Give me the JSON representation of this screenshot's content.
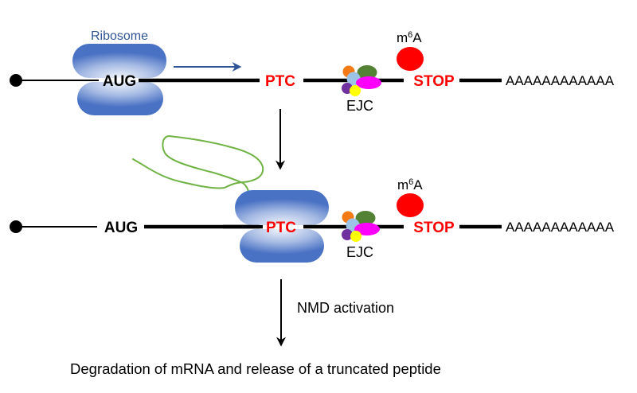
{
  "colors": {
    "ribosome_edge": "#4a72c4",
    "ribosome_center": "#eef2fb",
    "ribosome_label": "#2f5597",
    "translation_arrow": "#2f5597",
    "codon_label": "#000000",
    "alert_label": "#ff0000",
    "m6a_mark": "#ff0000",
    "peptide": "#70b345",
    "ejc_orange": "#f47a16",
    "ejc_green": "#548235",
    "ejc_lightblue": "#9dc3e6",
    "ejc_magenta": "#ff00ff",
    "ejc_purple": "#7030a0",
    "ejc_yellow": "#ffff00"
  },
  "top_panel": {
    "ribosome_label": "Ribosome",
    "start_codon": "AUG",
    "ptc_label": "PTC",
    "ejc_label": "EJC",
    "m6a_base": "m",
    "m6a_sup": "6",
    "m6a_tail": "A",
    "stop_codon": "STOP",
    "poly_a_tail": "AAAAAAAAAAAA"
  },
  "bottom_panel": {
    "start_codon": "AUG",
    "ptc_label": "PTC",
    "ejc_label": "EJC",
    "m6a_base": "m",
    "m6a_sup": "6",
    "m6a_tail": "A",
    "stop_codon": "STOP",
    "poly_a_tail": "AAAAAAAAAAAA"
  },
  "process": {
    "step_label": "NMD activation",
    "outcome": "Degradation of mRNA and release of a truncated peptide"
  }
}
